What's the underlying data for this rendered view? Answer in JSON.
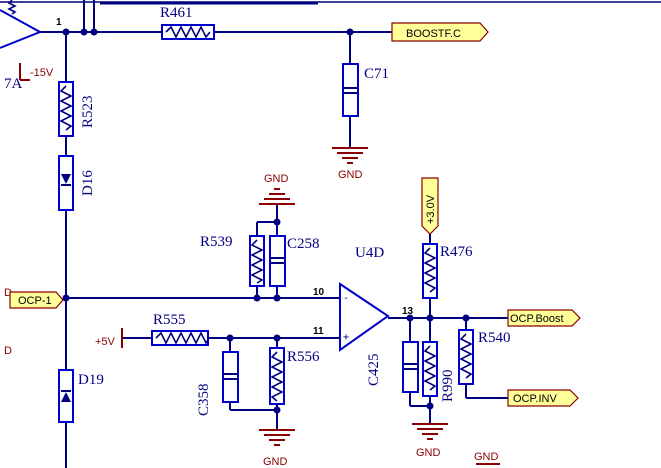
{
  "components": {
    "r461": "R461",
    "r523": "R523",
    "d16": "D16",
    "c71": "C71",
    "r539": "R539",
    "c258": "C258",
    "u4d": "U4D",
    "r476": "R476",
    "r555": "R555",
    "c358": "C358",
    "r556": "R556",
    "c425": "C425",
    "r990": "R990",
    "r540": "R540",
    "d19": "D19"
  },
  "ports": {
    "boostf_c": "BOOSTF.C",
    "ocp_1": "OCP-1",
    "ocp_boost": "OCP.Boost",
    "ocp_inv": "OCP.INV",
    "plus_3v0": "+3.0V"
  },
  "nets": {
    "gnd_c71": "GND",
    "gnd_c258": "GND",
    "gnd_bottom": "GND",
    "gnd_c425": "GND",
    "gnd_far": "GND",
    "minus_15v": "-15V",
    "plus_5v": "+5V"
  },
  "pins": {
    "n1": "1",
    "n10": "10",
    "n11": "11",
    "n13": "13"
  },
  "opamp_signs": {
    "minus": "-",
    "plus": "+"
  },
  "edge_text": {
    "partial_7a": "7A",
    "d_left_1": "D",
    "d_left_2": "D"
  }
}
